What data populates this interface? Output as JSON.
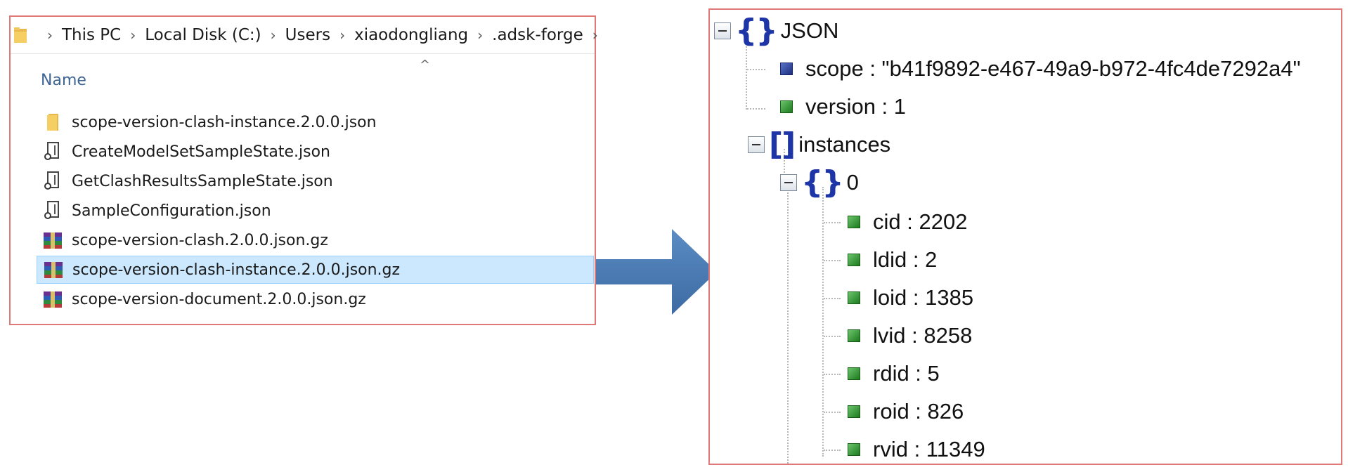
{
  "explorer": {
    "breadcrumb": [
      "This PC",
      "Local Disk (C:)",
      "Users",
      "xiaodongliang",
      ".adsk-forge"
    ],
    "column_header": "Name",
    "sort_indicator": "^",
    "files": [
      {
        "name": "scope-version-clash-instance.2.0.0.json",
        "icon": "folder-icon",
        "selected": false
      },
      {
        "name": "CreateModelSetSampleState.json",
        "icon": "script-file-icon",
        "selected": false
      },
      {
        "name": "GetClashResultsSampleState.json",
        "icon": "script-file-icon",
        "selected": false
      },
      {
        "name": "SampleConfiguration.json",
        "icon": "script-file-icon",
        "selected": false
      },
      {
        "name": "scope-version-clash.2.0.0.json.gz",
        "icon": "archive-icon",
        "selected": false
      },
      {
        "name": "scope-version-clash-instance.2.0.0.json.gz",
        "icon": "archive-icon",
        "selected": true
      },
      {
        "name": "scope-version-document.2.0.0.json.gz",
        "icon": "archive-icon",
        "selected": false
      }
    ]
  },
  "arrow": {
    "icon": "right-arrow-icon",
    "color": "#4a7ab3"
  },
  "json_tree": {
    "root": "JSON",
    "scope": "scope : \"b41f9892-e467-49a9-b972-4fc4de7292a4\"",
    "version": "version : 1",
    "instances": "instances",
    "item_0": "0",
    "fields": [
      "cid : 2202",
      "ldid : 2",
      "loid : 1385",
      "lvid : 8258",
      "rdid : 5",
      "roid : 826",
      "rvid : 11349"
    ]
  },
  "colors": {
    "panel_border": "#e07878",
    "selection_bg": "#cce8ff",
    "brace_blue": "#1d35a6",
    "leaf_green": "#2e8b2e"
  }
}
